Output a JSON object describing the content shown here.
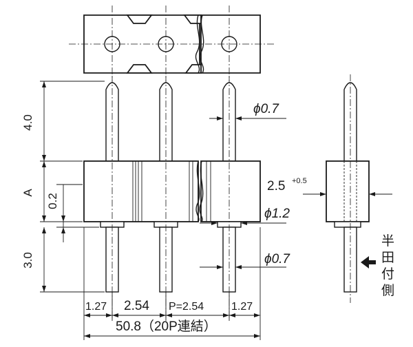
{
  "labels": {
    "dim_4_0": "4.0",
    "dim_A": "A",
    "dim_0_2": "0.2",
    "dim_3_0": "3.0",
    "phi_0_7_top": "ϕ0.7",
    "phi_1_2": "ϕ1.2",
    "phi_0_7_bottom": "ϕ0.7",
    "dim_2_5": "2.5",
    "tol_2_5": "+0.5",
    "pitch_1_27_left": "1.27",
    "pitch_2_54": "2.54",
    "pitch_p": "P=2.54",
    "pitch_1_27_right": "1.27",
    "total_length": "50.8（20P連結）",
    "solder_side": [
      "半",
      "田",
      "付",
      "側"
    ]
  },
  "colors": {
    "line": "#1a1a1a",
    "background": "#ffffff"
  }
}
